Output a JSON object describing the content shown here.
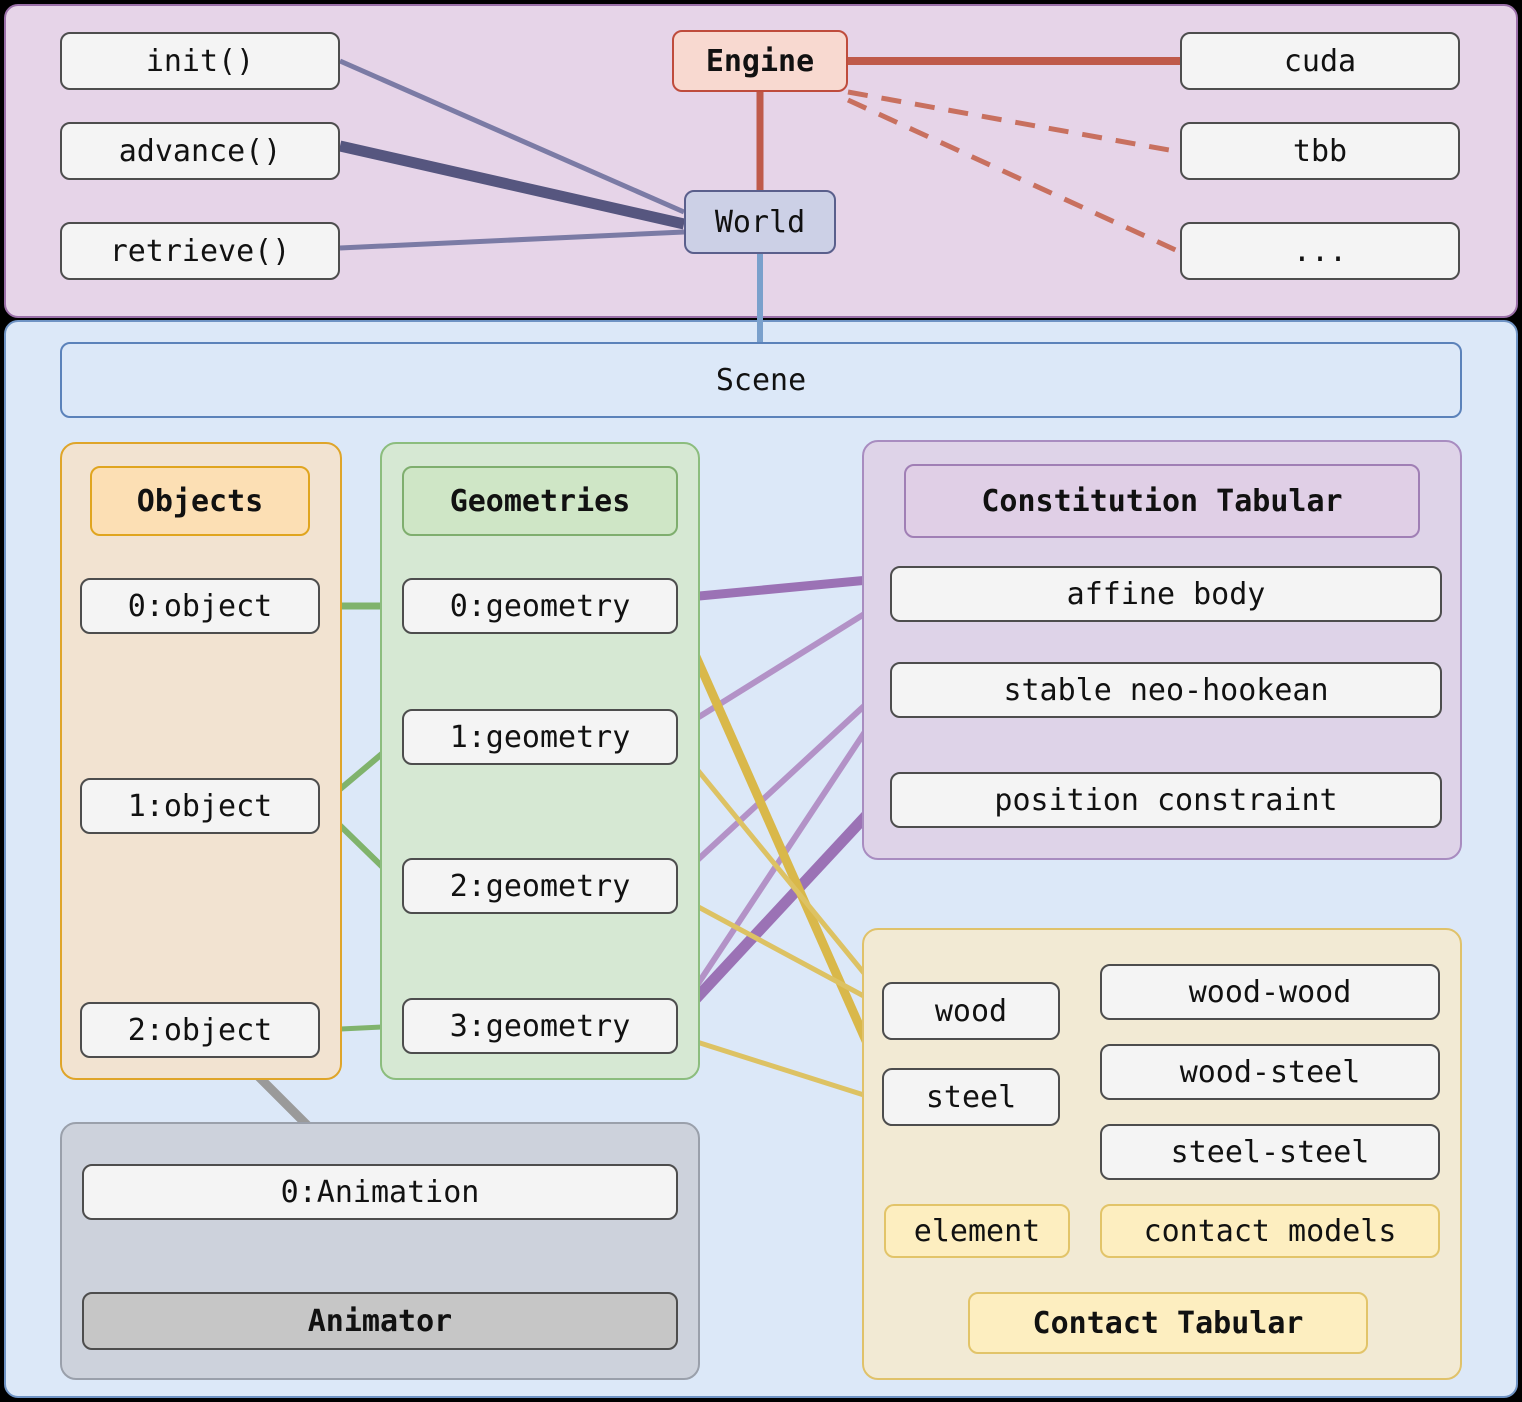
{
  "engine_panel": {
    "api": [
      {
        "id": "init",
        "label": "init()"
      },
      {
        "id": "advance",
        "label": "advance()"
      },
      {
        "id": "retrieve",
        "label": "retrieve()"
      }
    ],
    "engine": {
      "label": "Engine"
    },
    "world": {
      "label": "World"
    },
    "backends": [
      {
        "id": "cuda",
        "label": "cuda"
      },
      {
        "id": "tbb",
        "label": "tbb"
      },
      {
        "id": "more",
        "label": "..."
      }
    ]
  },
  "scene_panel": {
    "scene": {
      "label": "Scene"
    },
    "objects": {
      "header": "Objects",
      "items": [
        {
          "label": "0:object"
        },
        {
          "label": "1:object"
        },
        {
          "label": "2:object"
        }
      ]
    },
    "geometries": {
      "header": "Geometries",
      "items": [
        {
          "label": "0:geometry"
        },
        {
          "label": "1:geometry"
        },
        {
          "label": "2:geometry"
        },
        {
          "label": "3:geometry"
        }
      ]
    },
    "constitution": {
      "header": "Constitution Tabular",
      "items": [
        {
          "label": "affine body"
        },
        {
          "label": "stable neo-hookean"
        },
        {
          "label": "position constraint"
        }
      ]
    },
    "contact": {
      "header": "Contact Tabular",
      "element_tag": "element",
      "models_tag": "contact models",
      "elements": [
        {
          "label": "wood"
        },
        {
          "label": "steel"
        }
      ],
      "models": [
        {
          "label": "wood-wood"
        },
        {
          "label": "wood-steel"
        },
        {
          "label": "steel-steel"
        }
      ]
    },
    "animation": {
      "items": [
        {
          "label": "0:Animation"
        },
        {
          "label": "Animator"
        }
      ]
    }
  },
  "colors": {
    "engine_panel_bg": "#e6d4e8",
    "engine_panel_border": "#9a6fa8",
    "scene_panel_bg": "#dce8f8",
    "scene_panel_border": "#6f93c4",
    "engine_box_bg": "#f8d9d0",
    "engine_box_border": "#bf4c3c",
    "world_box_bg": "#ccd0e6",
    "world_box_border": "#5a5f8c",
    "objects_accent": "#e0a51f",
    "geometries_accent": "#7fae6e",
    "constitution_accent": "#a07fb5",
    "contact_accent": "#e2c469",
    "animation_accent": "#9aa0ab",
    "edge_world_api": "#7b7ba5",
    "edge_world_api_strong": "#56567f",
    "edge_engine_backend": "#bf5a4a",
    "edge_object_geometry": "#80b36c",
    "edge_geometry_constitution": "#9b72b5",
    "edge_geometry_contact": "#d9b84a",
    "edge_animation": "#9a9a9a",
    "edge_engine_world": "#bf5a4a",
    "edge_world_scene": "#7aa0cc"
  },
  "edges": {
    "api_to_world": [
      {
        "from": "init()",
        "to": "World",
        "style": "solid",
        "weight": "thin"
      },
      {
        "from": "advance()",
        "to": "World",
        "style": "solid",
        "weight": "thick"
      },
      {
        "from": "retrieve()",
        "to": "World",
        "style": "solid",
        "weight": "thin"
      }
    ],
    "engine_to_backend": [
      {
        "from": "Engine",
        "to": "cuda",
        "style": "solid",
        "weight": "thick"
      },
      {
        "from": "Engine",
        "to": "tbb",
        "style": "dashed",
        "weight": "thin"
      },
      {
        "from": "Engine",
        "to": "...",
        "style": "dashed",
        "weight": "thin"
      }
    ],
    "engine_to_world": [
      {
        "from": "Engine",
        "to": "World",
        "style": "solid"
      }
    ],
    "world_to_scene": [
      {
        "from": "World",
        "to": "Scene",
        "style": "solid"
      }
    ],
    "object_to_geometry": [
      {
        "from": "0:object",
        "to": "0:geometry"
      },
      {
        "from": "1:object",
        "to": "1:geometry"
      },
      {
        "from": "1:object",
        "to": "2:geometry"
      },
      {
        "from": "2:object",
        "to": "3:geometry"
      }
    ],
    "geometry_to_constitution": [
      {
        "from": "0:geometry",
        "to": "affine body",
        "weight": "thick"
      },
      {
        "from": "1:geometry",
        "to": "affine body",
        "weight": "thin"
      },
      {
        "from": "2:geometry",
        "to": "stable neo-hookean",
        "weight": "thin"
      },
      {
        "from": "3:geometry",
        "to": "stable neo-hookean",
        "weight": "thin"
      },
      {
        "from": "3:geometry",
        "to": "position constraint",
        "weight": "thick"
      }
    ],
    "geometry_to_contact_element": [
      {
        "from": "0:geometry",
        "to": "steel"
      },
      {
        "from": "1:geometry",
        "to": "wood"
      },
      {
        "from": "2:geometry",
        "to": "wood"
      },
      {
        "from": "3:geometry",
        "to": "steel"
      }
    ],
    "object_to_animation": [
      {
        "from": "2:object",
        "to": "0:Animation"
      }
    ]
  }
}
